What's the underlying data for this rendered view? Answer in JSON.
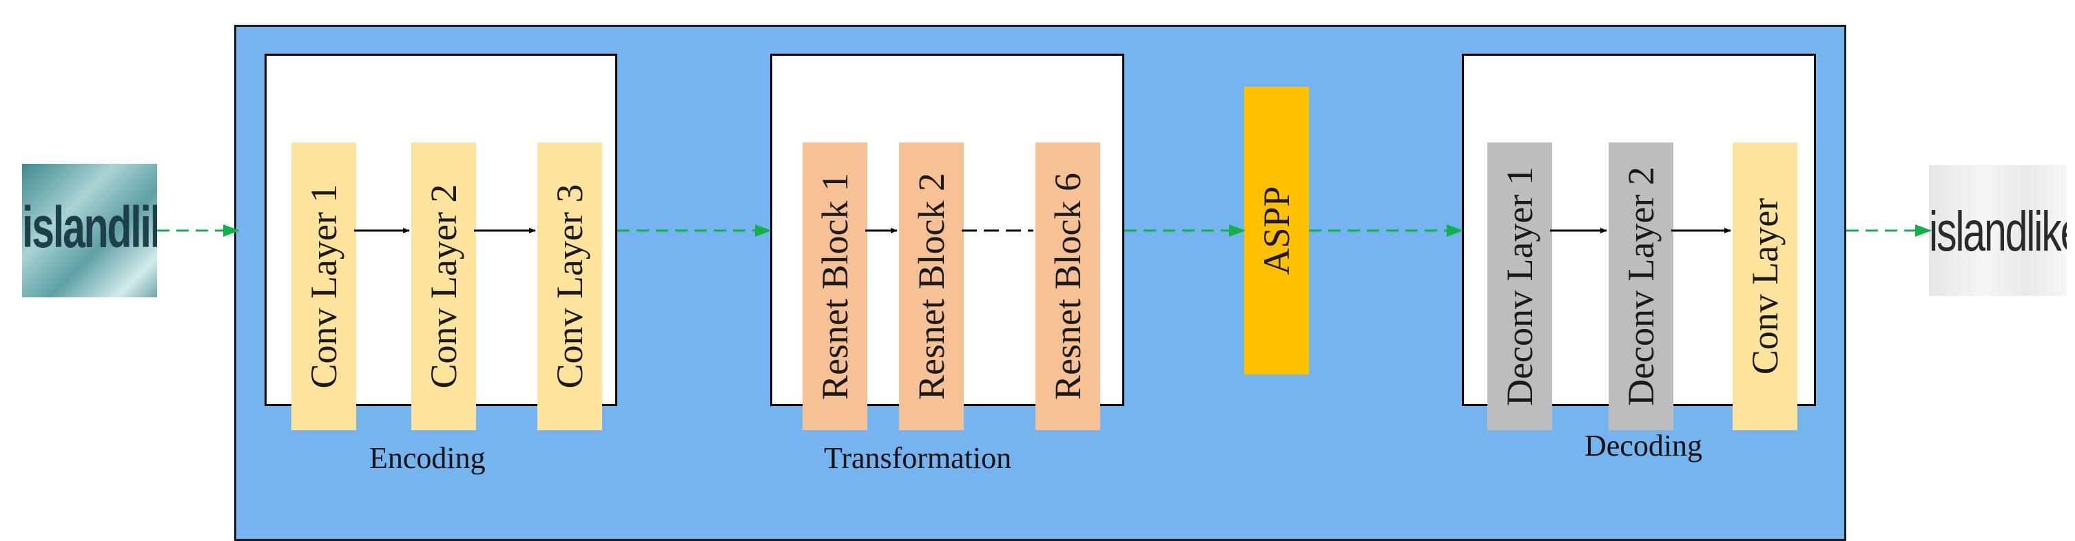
{
  "input_image": {
    "word": "islandlike"
  },
  "output_image": {
    "word": "islandlike"
  },
  "sections": {
    "encoding": {
      "label": "Encoding",
      "layers": [
        "Conv Layer 1",
        "Conv Layer 2",
        "Conv Layer 3"
      ]
    },
    "transformation": {
      "label": "Transformation",
      "blocks": [
        "Resnet Block 1",
        "Resnet Block 2",
        "Resnet Block 6"
      ]
    },
    "aspp": {
      "label": "ASPP"
    },
    "decoding": {
      "label": "Decoding",
      "layers": [
        "Deconv Layer 1",
        "Deconv Layer 2",
        "Conv Layer"
      ]
    }
  },
  "colors": {
    "panel": "#75b4ee",
    "conv": "#fde39c",
    "resnet": "#f6c295",
    "deconv": "#bdbdbd",
    "aspp": "#fec000",
    "dashed_arrow": "#14b04c"
  }
}
